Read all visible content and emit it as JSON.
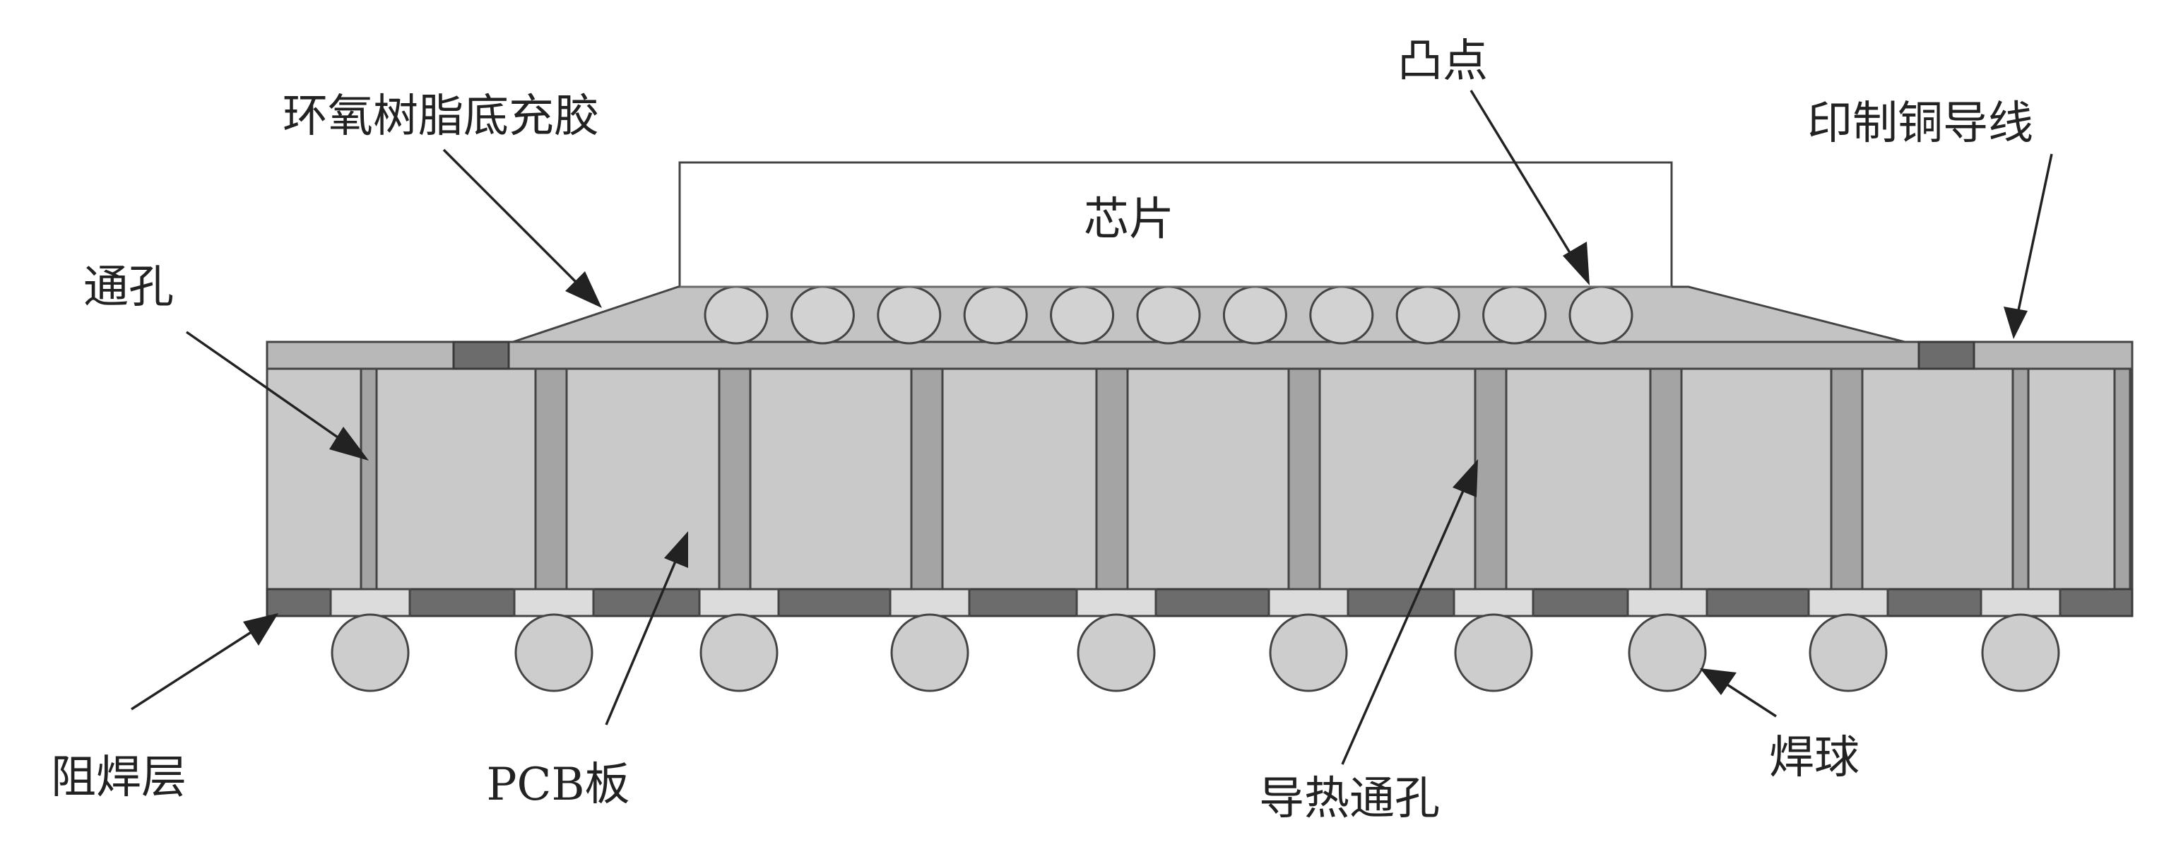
{
  "labels": {
    "chip": "芯片",
    "bump": "凸点",
    "underfill": "环氧树脂底充胶",
    "copper_trace": "印制铜导线",
    "via": "通孔",
    "solder_mask": "阻焊层",
    "pcb_board": "PCB板",
    "thermal_via": "导热通孔",
    "solder_ball": "焊球"
  },
  "counts": {
    "bumps": 11,
    "vias": 11,
    "solder_balls": 10
  },
  "colors": {
    "outline": "#444444",
    "chip_fill": "#ffffff",
    "pcb_fill": "#c9c9c9",
    "via_fill": "#a4a4a4",
    "top_layer_fill": "#b8b8b8",
    "solder_mask_fill": "#6c6c6c",
    "pad_fill": "#dcdcdc",
    "ball_fill": "#cdcdcd",
    "bump_fill": "#d2d2d2",
    "underfill_fill": "#c3c3c3"
  }
}
